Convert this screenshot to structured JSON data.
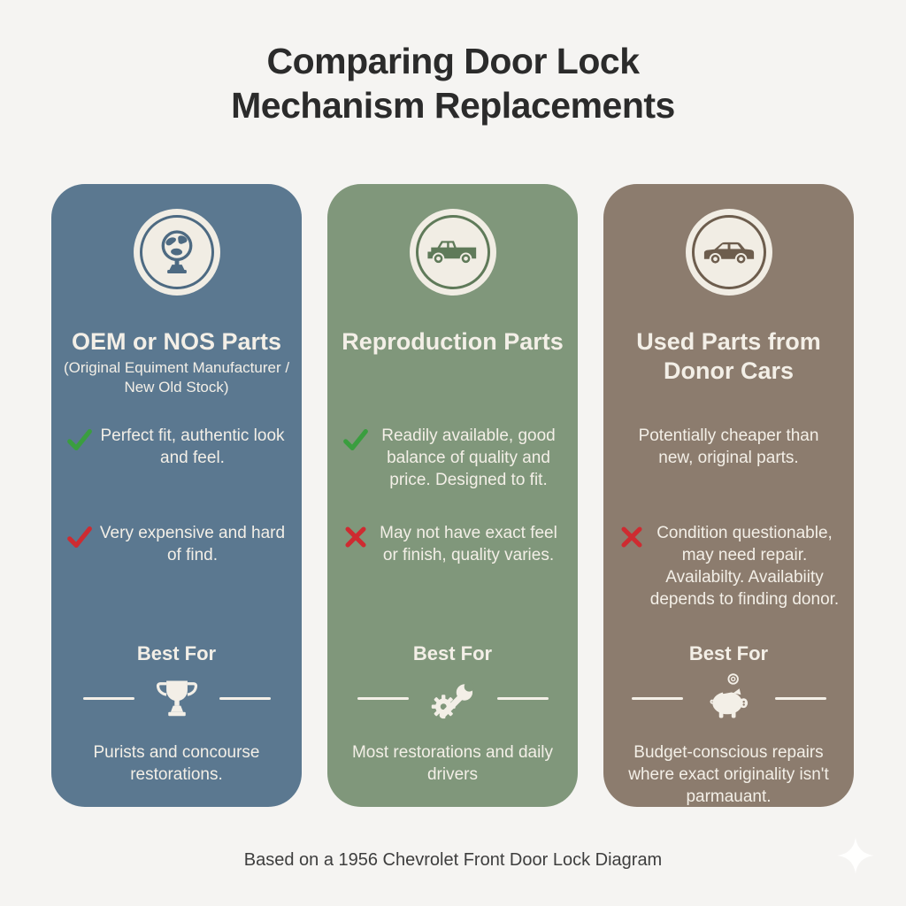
{
  "title": {
    "line1": "Comparing Door Lock",
    "line2": "Mechanism Replacements"
  },
  "footer": {
    "text": "Based on a 1956 Chevrolet Front Door Lock Diagram"
  },
  "colors": {
    "background": "#f5f4f2",
    "title_text": "#2b2b2b",
    "card_blue": "#5b7890",
    "card_green": "#80977b",
    "card_brown": "#8c7c6e",
    "card_text_cream": "#f3efe7",
    "check_green": "#3a9e3f",
    "check_red": "#ce2b31",
    "footer_text": "#3e3e3e"
  },
  "icons": {
    "card1_header": "desk-globe-icon",
    "card2_header": "pickup-truck-icon",
    "card3_header": "sedan-car-icon",
    "card1_best": "trophy-icon",
    "card2_best": "tools-icon",
    "card3_best": "piggy-bank-icon",
    "corner": "sparkle-icon"
  },
  "cards": [
    {
      "title": "OEM or NOS Parts",
      "subtitle": "(Original Equiment Manufacturer / New Old Stock)",
      "points": [
        {
          "icon": "green-check",
          "text": "Perfect fit, authentic look and feel."
        },
        {
          "icon": "red-check",
          "text": "Very expensive and hard of find."
        }
      ],
      "best_for": {
        "label": "Best For",
        "icon": "trophy-icon",
        "text": "Purists and concourse restorations."
      }
    },
    {
      "title": "Reproduction Parts",
      "points": [
        {
          "icon": "green-check",
          "text": "Readily available, good balance of quality and price. Designed to fit."
        },
        {
          "icon": "red-x",
          "text": "May not have exact feel or finish, quality varies."
        }
      ],
      "best_for": {
        "label": "Best For",
        "icon": "tools-icon",
        "text": "Most restorations and daily drivers"
      }
    },
    {
      "title": "Used Parts from Donor Cars",
      "points": [
        {
          "icon": "none",
          "text": "Potentially cheaper than new, original parts."
        },
        {
          "icon": "red-x",
          "text": "Condition questionable, may need repair. Availabilty. Availabiity depends to finding donor."
        }
      ],
      "best_for": {
        "label": "Best For",
        "icon": "piggy-bank-icon",
        "text": "Budget-conscious repairs where exact originality isn't parmauant."
      }
    }
  ]
}
